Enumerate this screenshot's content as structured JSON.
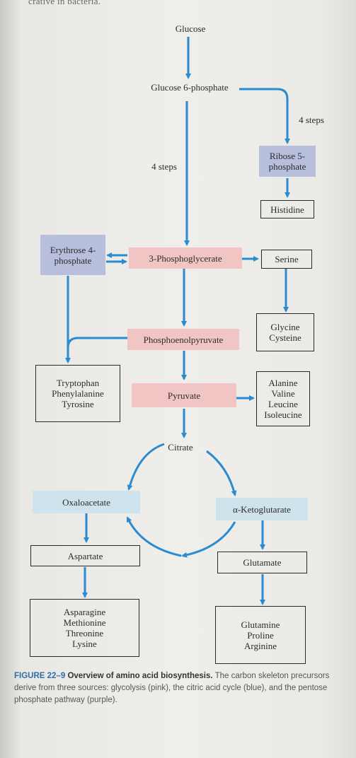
{
  "header_fragment": "crative in bacteria.",
  "nodes": {
    "glucose": "Glucose",
    "glucose6p": "Glucose 6-phosphate",
    "four_steps_right": "4 steps",
    "four_steps_left": "4 steps",
    "ribose5p": "Ribose 5-\nphosphate",
    "histidine": "Histidine",
    "erythrose4p": "Erythrose 4-\nphosphate",
    "phosphoglycerate": "3-Phosphoglycerate",
    "serine": "Serine",
    "glycine_cysteine": "Glycine\nCysteine",
    "pep": "Phosphoenolpyruvate",
    "aromatics": "Tryptophan\nPhenylalanine\nTyrosine",
    "pyruvate": "Pyruvate",
    "pyruvate_aa": "Alanine\nValine\nLeucine\nIsoleucine",
    "citrate": "Citrate",
    "oxaloacetate": "Oxaloacetate",
    "ketoglutarate": "α-Ketoglutarate",
    "aspartate": "Aspartate",
    "glutamate": "Glutamate",
    "aspartate_aa": "Asparagine\nMethionine\nThreonine\nLysine",
    "glutamate_aa": "Glutamine\nProline\nArginine"
  },
  "caption": {
    "figure_label": "FIGURE 22–9",
    "title": "Overview of amino acid biosynthesis.",
    "body": "The carbon skeleton precursors derive from three sources: glycolysis (pink), the citric acid cycle (blue), and the pentose phosphate pathway (purple)."
  },
  "colors": {
    "glycolysis_pink": "#f0c5c4",
    "citric_acid_blue": "#cfe3ec",
    "pentose_purple": "#b7bfdc",
    "arrow_blue": "#2a8bd0"
  }
}
